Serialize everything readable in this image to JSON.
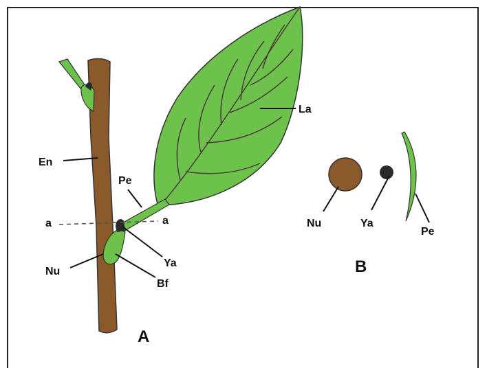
{
  "colors": {
    "stem": "#8B5A2B",
    "leaf": "#6CC24A",
    "vein": "#4a3a3a",
    "bud": "#2a2a2a",
    "outline": "#333333"
  },
  "labels": {
    "lamina": "La",
    "stem": "En",
    "petiole_a": "Pe",
    "cut_left": "a",
    "cut_right": "a",
    "node": "Nu",
    "axillary_bud": "Ya",
    "leaf_base": "Bf",
    "panel_a": "A",
    "node_b": "Nu",
    "bud_b": "Ya",
    "petiole_b": "Pe",
    "panel_b": "B"
  }
}
